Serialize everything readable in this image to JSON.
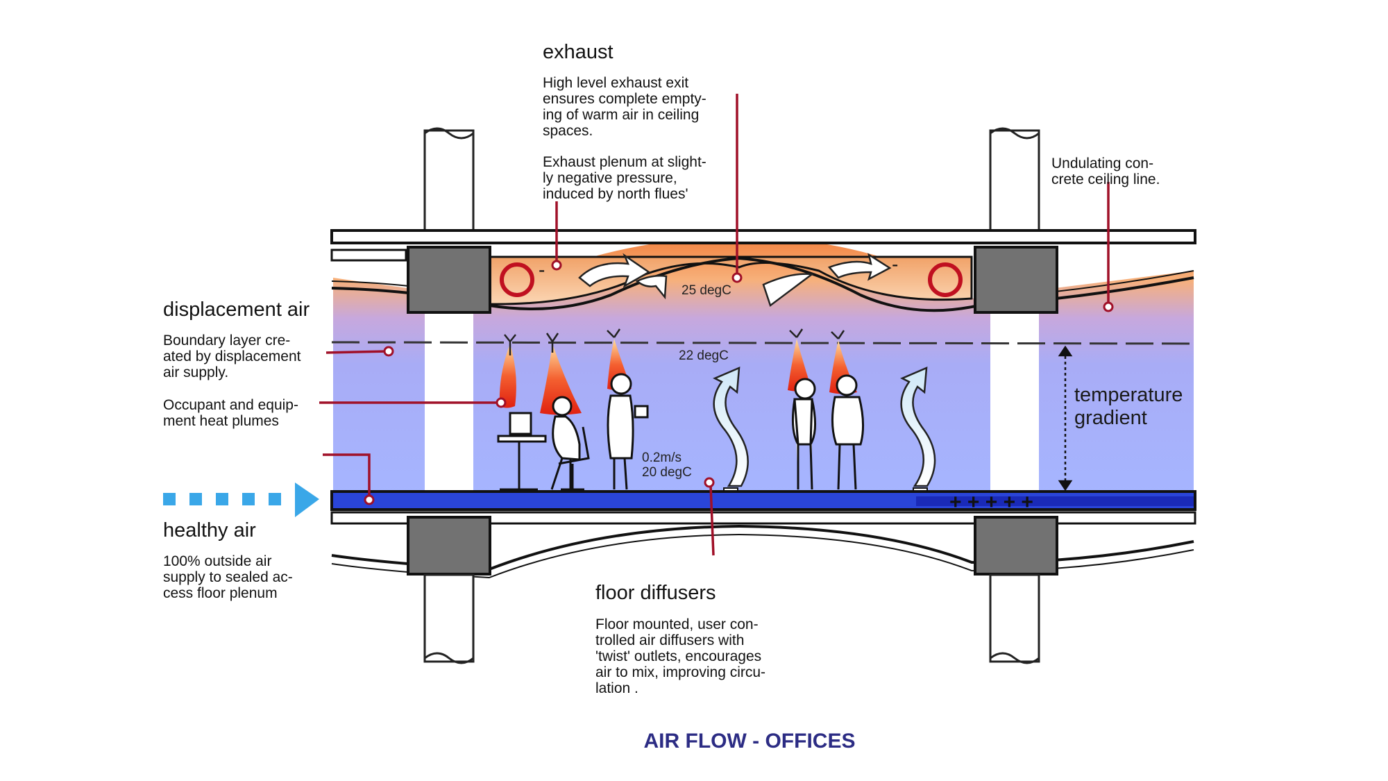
{
  "title": "AIR FLOW - OFFICES",
  "labels": {
    "exhaust": {
      "heading": "exhaust",
      "lines": [
        "High level exhaust exit",
        "ensures complete empty-",
        "ing of warm air in ceiling",
        "spaces."
      ],
      "lines2": [
        "Exhaust plenum at slight-",
        "ly negative pressure,",
        "induced by north flues'"
      ]
    },
    "ceiling": {
      "lines": [
        "Undulating con-",
        "crete ceiling line."
      ]
    },
    "displacement": {
      "heading": "displacement air",
      "boundary_lines": [
        "Boundary layer cre-",
        "ated by displacement",
        "air supply."
      ],
      "plume_lines": [
        "Occupant and equip-",
        "ment heat plumes"
      ]
    },
    "healthy": {
      "heading": "healthy air",
      "lines": [
        "100% outside air",
        "supply to sealed ac-",
        "cess floor plenum"
      ]
    },
    "floor": {
      "heading": "floor diffusers",
      "lines": [
        "Floor mounted, user con-",
        "trolled air diffusers with",
        "'twist' outlets, encourages",
        "air to mix, improving circu-",
        "lation ."
      ]
    },
    "gradient": {
      "lines": [
        "temperature",
        "gradient"
      ]
    }
  },
  "temps": {
    "top": "25 degC",
    "mid": "22 degC",
    "speed": "0.2m/s",
    "floor": "20 degC"
  },
  "symbols": {
    "plus": "+ + + + +",
    "minus": "-"
  },
  "colors": {
    "warm": "#f08040",
    "cool": "#a8b4ff",
    "floor_plenum": "#2a45d8",
    "leader": "#a01028",
    "arrow": "#3aa7e8",
    "title": "#2c2c84"
  }
}
